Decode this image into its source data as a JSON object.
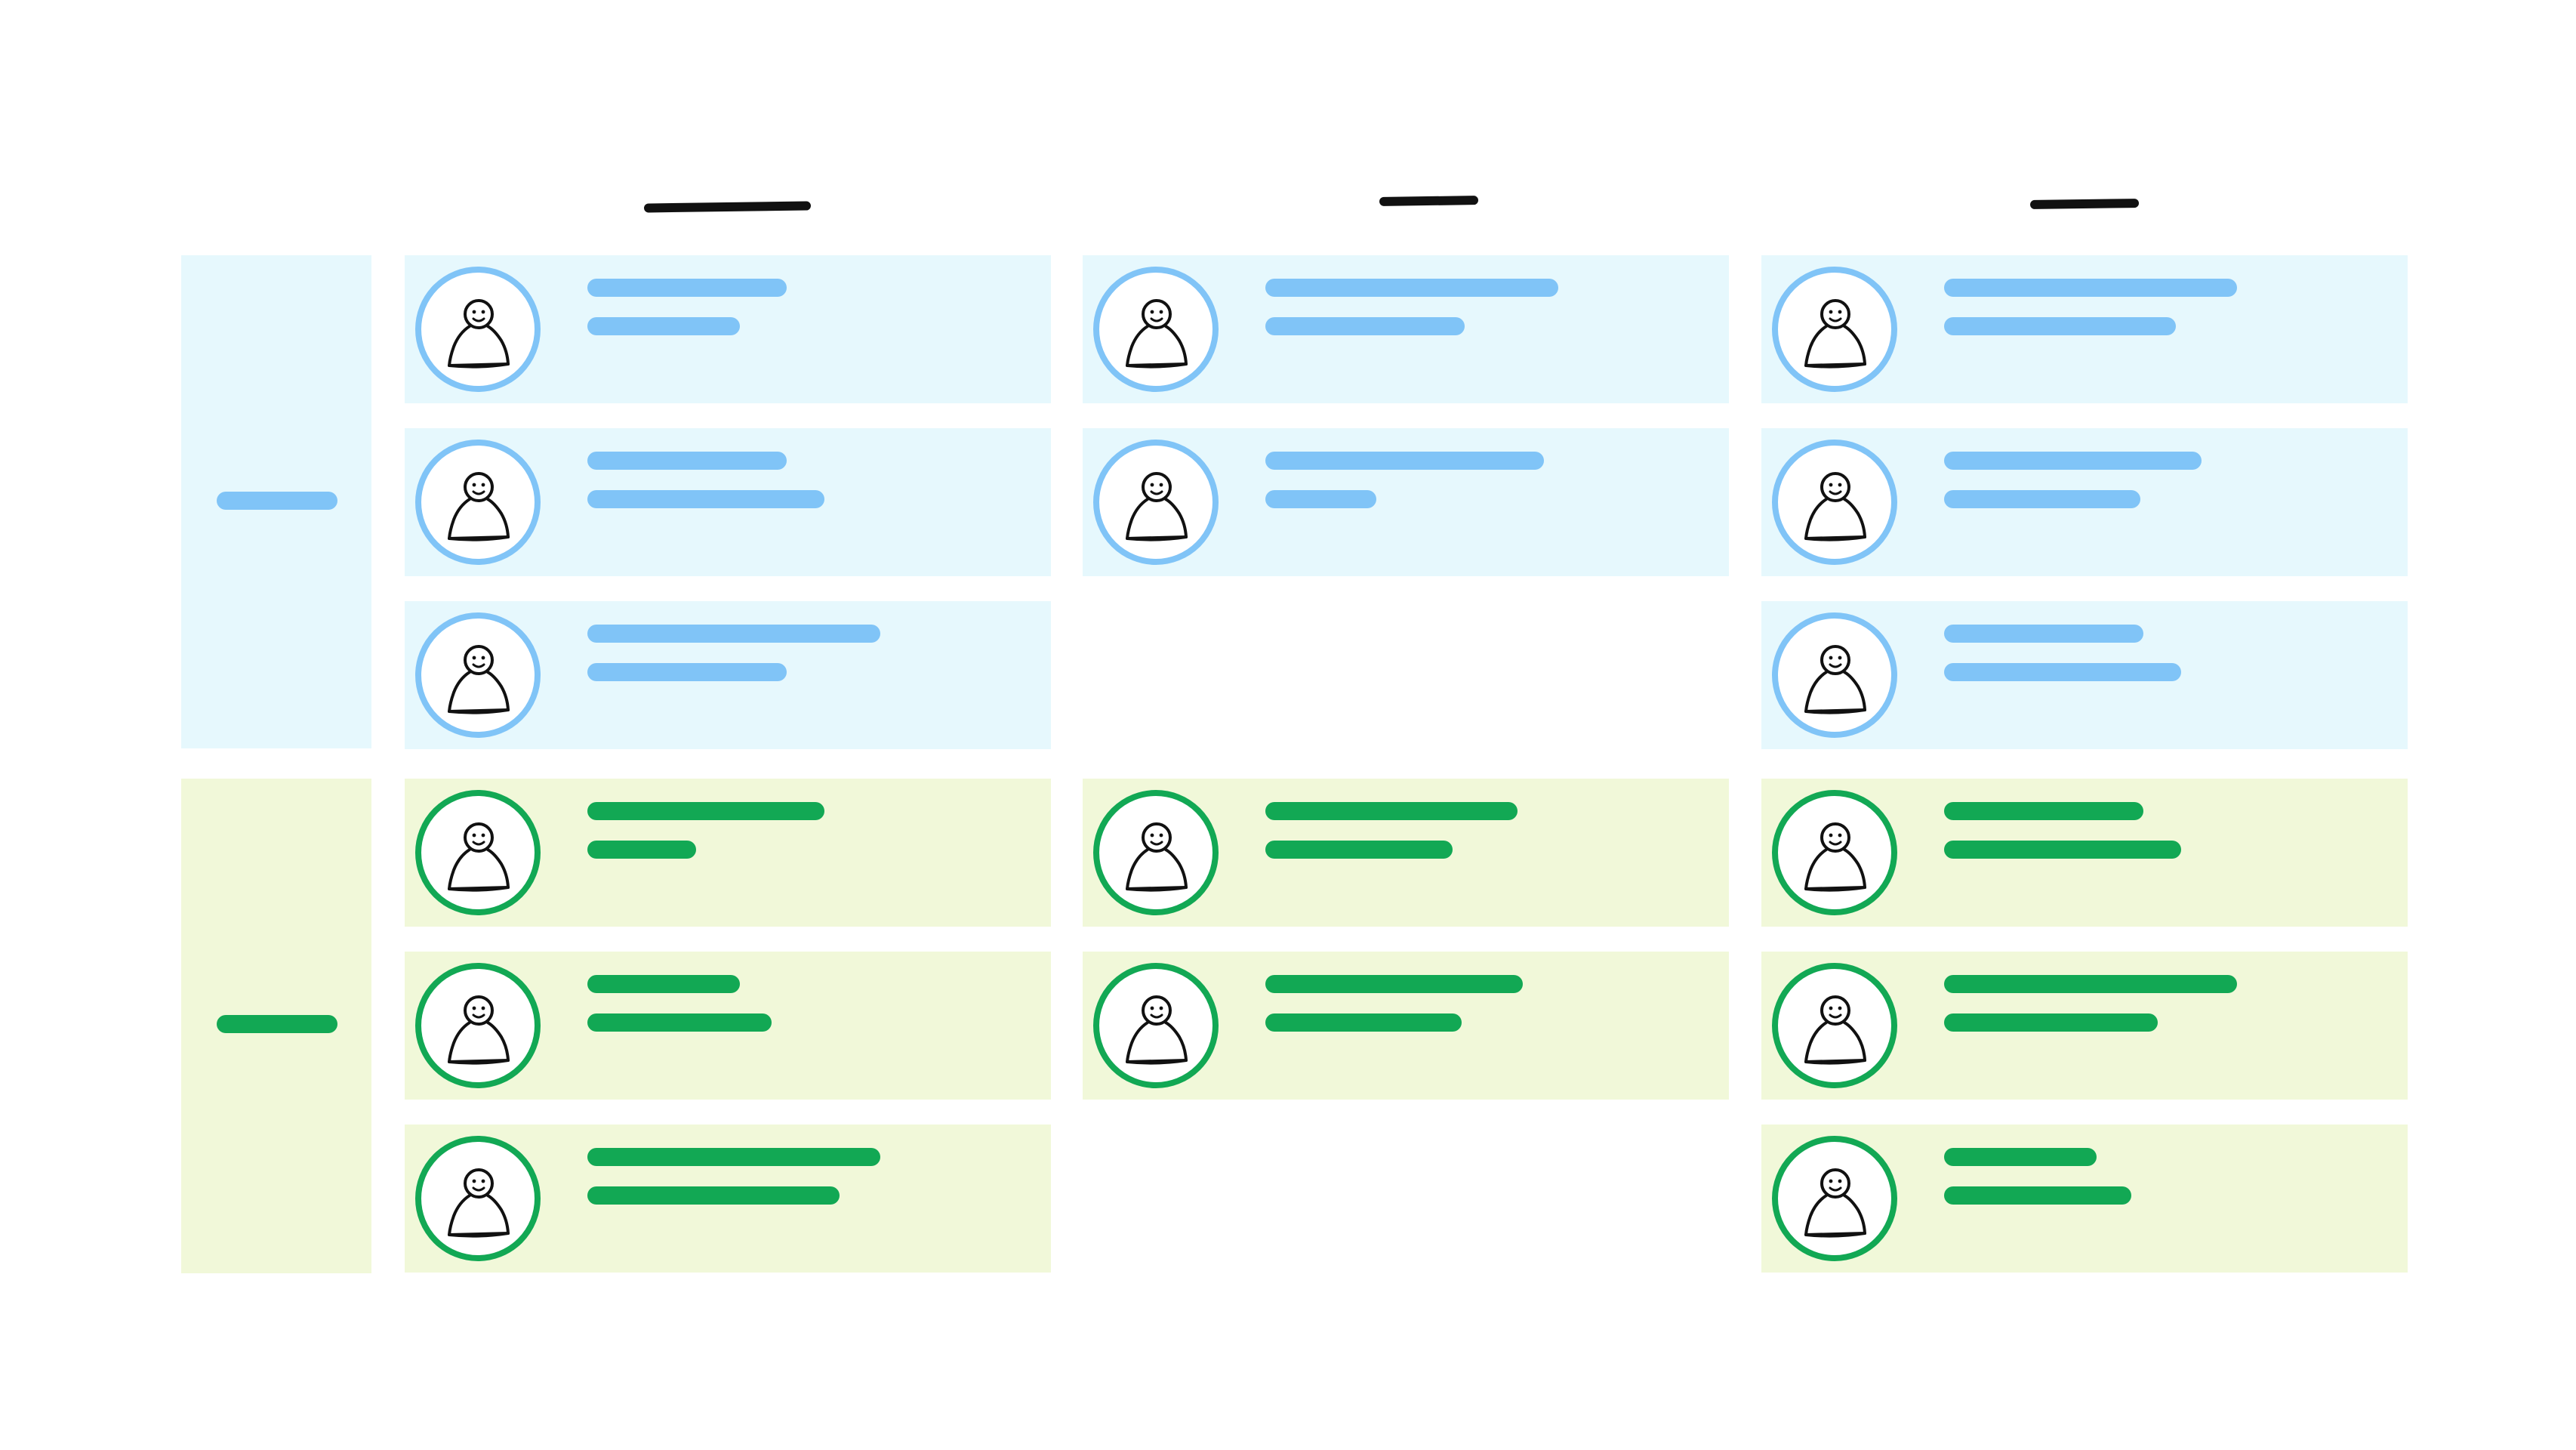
{
  "colors": {
    "header_stroke": "#111111",
    "blue_band": "#e6f8fd",
    "blue_accent": "#80c4f7",
    "green_band": "#f1f8d9",
    "green_accent": "#12a854",
    "avatar_fill": "#ffffff",
    "avatar_sketch": "#111111"
  },
  "columns": [
    {
      "id": "col-1"
    },
    {
      "id": "col-2"
    },
    {
      "id": "col-3"
    }
  ],
  "groups": [
    {
      "id": "blue",
      "cards": [
        {
          "column": 1,
          "slot": 1,
          "line_fractions": [
            0.68,
            0.52
          ]
        },
        {
          "column": 1,
          "slot": 2,
          "line_fractions": [
            0.68,
            0.81
          ]
        },
        {
          "column": 1,
          "slot": 3,
          "line_fractions": [
            1.0,
            0.68
          ]
        },
        {
          "column": 2,
          "slot": 1,
          "line_fractions": [
            1.0,
            0.68
          ]
        },
        {
          "column": 2,
          "slot": 2,
          "line_fractions": [
            0.95,
            0.38
          ]
        },
        {
          "column": 3,
          "slot": 1,
          "line_fractions": [
            1.0,
            0.79
          ]
        },
        {
          "column": 3,
          "slot": 2,
          "line_fractions": [
            0.88,
            0.67
          ]
        },
        {
          "column": 3,
          "slot": 3,
          "line_fractions": [
            0.68,
            0.81
          ]
        }
      ]
    },
    {
      "id": "green",
      "cards": [
        {
          "column": 1,
          "slot": 1,
          "line_fractions": [
            0.81,
            0.37
          ]
        },
        {
          "column": 1,
          "slot": 2,
          "line_fractions": [
            0.52,
            0.63
          ]
        },
        {
          "column": 1,
          "slot": 3,
          "line_fractions": [
            1.0,
            0.86
          ]
        },
        {
          "column": 2,
          "slot": 1,
          "line_fractions": [
            0.86,
            0.64
          ]
        },
        {
          "column": 2,
          "slot": 2,
          "line_fractions": [
            0.88,
            0.67
          ]
        },
        {
          "column": 3,
          "slot": 1,
          "line_fractions": [
            0.68,
            0.81
          ]
        },
        {
          "column": 3,
          "slot": 2,
          "line_fractions": [
            1.0,
            0.73
          ]
        },
        {
          "column": 3,
          "slot": 3,
          "line_fractions": [
            0.52,
            0.64
          ]
        }
      ]
    }
  ]
}
